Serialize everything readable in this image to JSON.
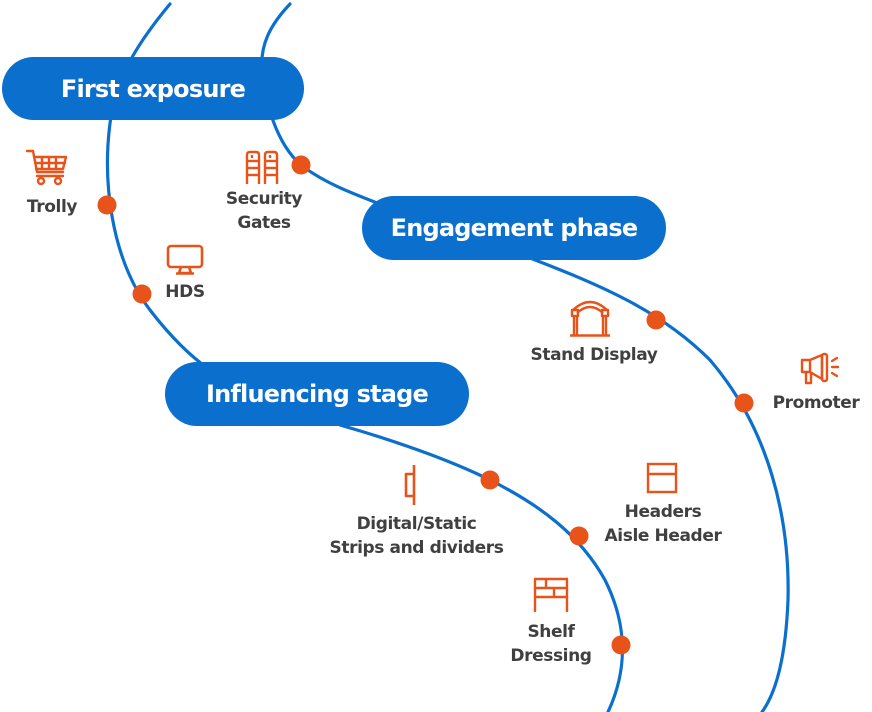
{
  "colors": {
    "path_blue": "#0b6fcd",
    "dot_orange": "#e8531a",
    "icon_orange": "#e8531a",
    "label_gray": "#404040",
    "pill_text": "#ffffff"
  },
  "stages": [
    {
      "id": "first-exposure",
      "label": "First exposure"
    },
    {
      "id": "engagement-phase",
      "label": "Engagement phase"
    },
    {
      "id": "influencing-stage",
      "label": "Influencing stage"
    }
  ],
  "touchpoints": [
    {
      "id": "trolly",
      "icon": "shopping-cart-icon",
      "lines": [
        "Trolly"
      ],
      "stage": "First exposure"
    },
    {
      "id": "hds",
      "icon": "monitor-icon",
      "lines": [
        "HDS"
      ],
      "stage": "First exposure"
    },
    {
      "id": "security-gates",
      "icon": "security-gates-icon",
      "lines": [
        "Security",
        "Gates"
      ],
      "stage": "First exposure"
    },
    {
      "id": "stand-display",
      "icon": "arch-stand-icon",
      "lines": [
        "Stand Display"
      ],
      "stage": "Engagement phase"
    },
    {
      "id": "promoter",
      "icon": "megaphone-icon",
      "lines": [
        "Promoter"
      ],
      "stage": "Engagement phase"
    },
    {
      "id": "strips-dividers",
      "icon": "shelf-strip-icon",
      "lines": [
        "Digital/Static",
        "Strips and dividers"
      ],
      "stage": "Influencing stage"
    },
    {
      "id": "headers",
      "icon": "header-panel-icon",
      "lines": [
        "Headers",
        "Aisle Header"
      ],
      "stage": "Influencing stage"
    },
    {
      "id": "shelf-dressing",
      "icon": "shelf-icon",
      "lines": [
        "Shelf",
        "Dressing"
      ],
      "stage": "Influencing stage"
    }
  ]
}
